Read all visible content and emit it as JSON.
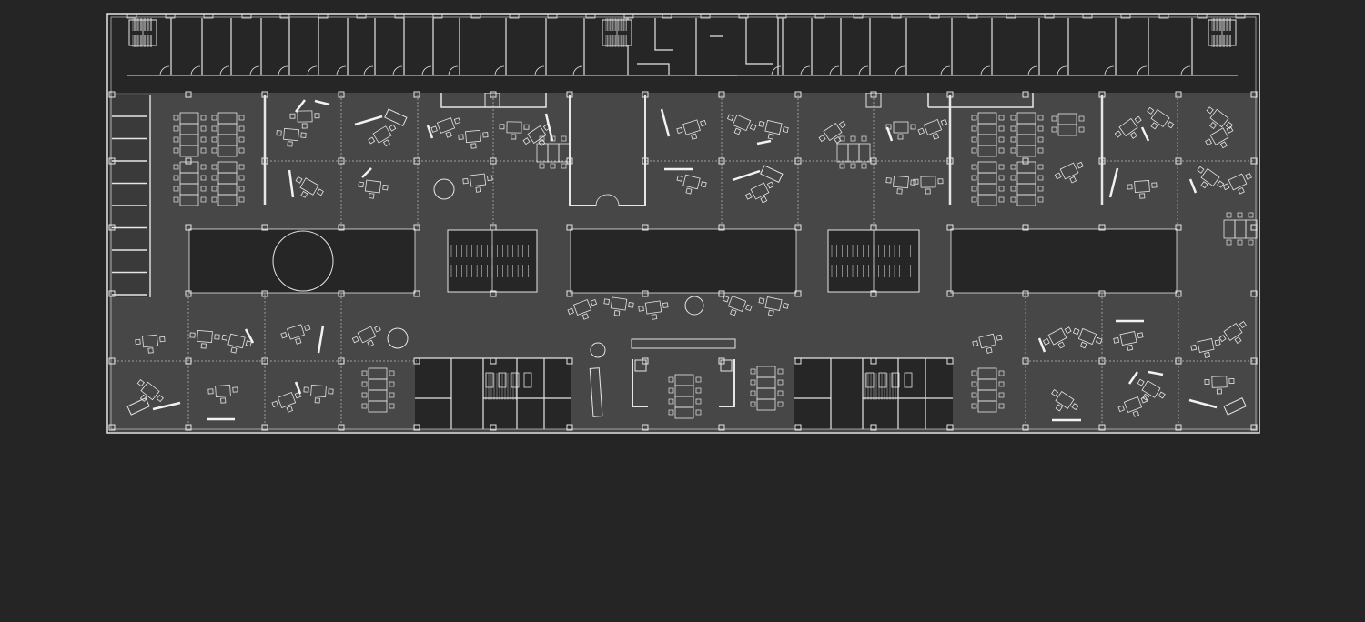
{
  "colors": {
    "background": "#252525",
    "floor": "#474747",
    "void": "#262626",
    "line": "#e6e6e6",
    "dashed": "#bdbdbd"
  },
  "icons": [
    "floor-plan",
    "desk-cluster",
    "column",
    "staircase",
    "door-swing"
  ]
}
